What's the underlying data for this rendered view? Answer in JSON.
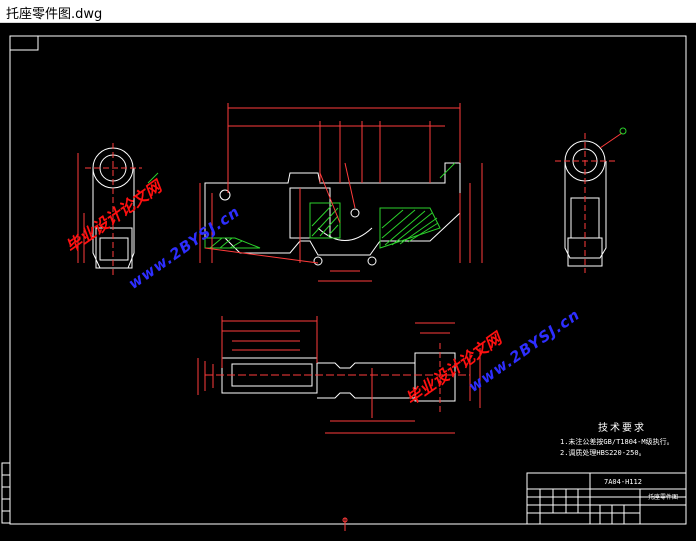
{
  "window": {
    "title": "托座零件图.dwg"
  },
  "watermarks": [
    {
      "text": "毕业设计论文网"
    },
    {
      "text": "www.2BYSJ.cn"
    },
    {
      "text": "毕业设计论文网"
    },
    {
      "text": "www.2BYSJ.cn"
    }
  ],
  "tech_requirements": {
    "heading": "技术要求",
    "items": [
      "1.未注公差按GB/T1804-M级执行。",
      "2.调质处理HBS220-250。"
    ]
  },
  "title_block": {
    "drawing_number": "7A04-H112",
    "part_name": "托座零件图"
  },
  "colors": {
    "frame": "#ffffff",
    "outline": "#ffffff",
    "dimension": "#ff3b3b",
    "hatch": "#2bd12b",
    "watermark_red": "#ff1010",
    "watermark_blue": "#2e2eff"
  }
}
